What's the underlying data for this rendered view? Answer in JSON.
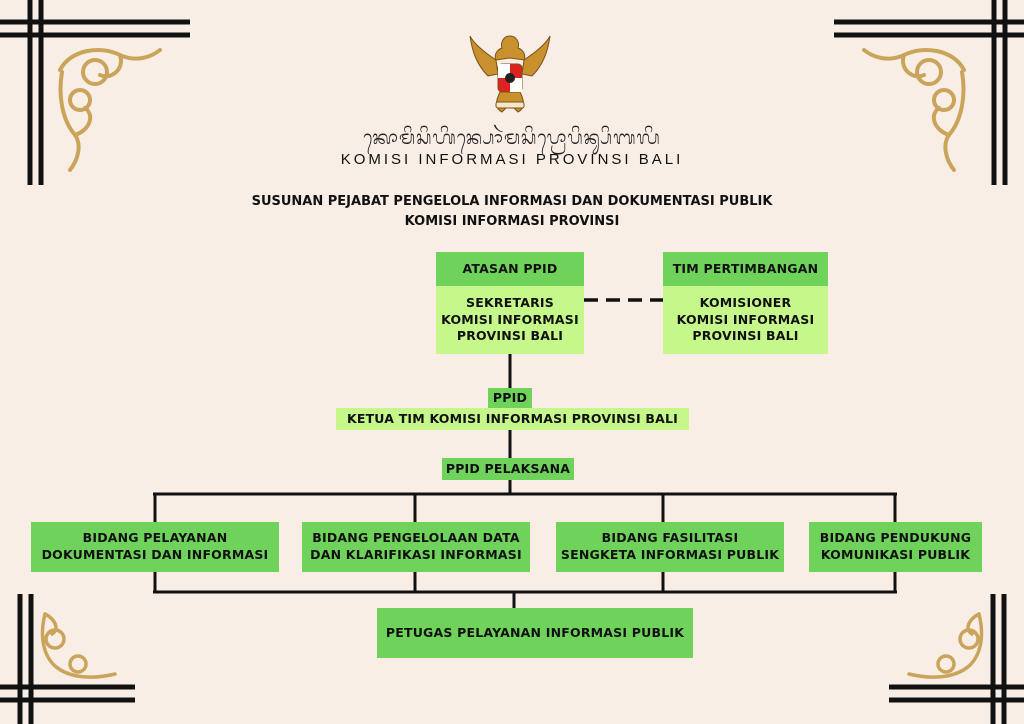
{
  "header": {
    "script_text": "ᬓᭀᬫᬶᬲᬶᬳᬶᬦ᭄ᬧᭀᬃᬫᬲᬶᬧ᭄ᬭᭀᬧᬶᬦ᭄ᬲᬶᬩᬮᬶ",
    "org_name": "KOMISI INFORMASI PROVINSI BALI",
    "title_line1": "SUSUNAN PEJABAT PENGELOLA INFORMASI DAN DOKUMENTASI PUBLIK",
    "title_line2": "KOMISI INFORMASI PROVINSI"
  },
  "chart": {
    "atasan": {
      "heading": "ATASAN PPID",
      "line1": "SEKRETARIS",
      "line2": "KOMISI INFORMASI",
      "line3": "PROVINSI BALI"
    },
    "tim": {
      "heading": "TIM PERTIMBANGAN",
      "line1": "KOMISIONER",
      "line2": "KOMISI INFORMASI",
      "line3": "PROVINSI BALI"
    },
    "ppid": {
      "heading": "PPID",
      "detail": "KETUA TIM KOMISI INFORMASI  PROVINSI BALI"
    },
    "pelaksana": "PPID PELAKSANA",
    "bidang": [
      {
        "line1": "BIDANG PELAYANAN",
        "line2": "DOKUMENTASI DAN INFORMASI"
      },
      {
        "line1": "BIDANG PENGELOLAAN DATA",
        "line2": "DAN KLARIFIKASI INFORMASI"
      },
      {
        "line1": "BIDANG FASILITASI",
        "line2": "SENGKETA INFORMASI PUBLIK"
      },
      {
        "line1": "BIDANG PENDUKUNG",
        "line2": "KOMUNIKASI  PUBLIK"
      }
    ],
    "petugas": "PETUGAS PELAYANAN INFORMASI PUBLIK"
  },
  "colors": {
    "background": "#f9eee6",
    "box_dark": "#6fd35b",
    "box_light": "#c6f78b",
    "ornament_gold": "#c9a45a",
    "line": "#111111"
  },
  "icons": [
    "garuda-emblem-icon",
    "corner-ornament-icon"
  ]
}
